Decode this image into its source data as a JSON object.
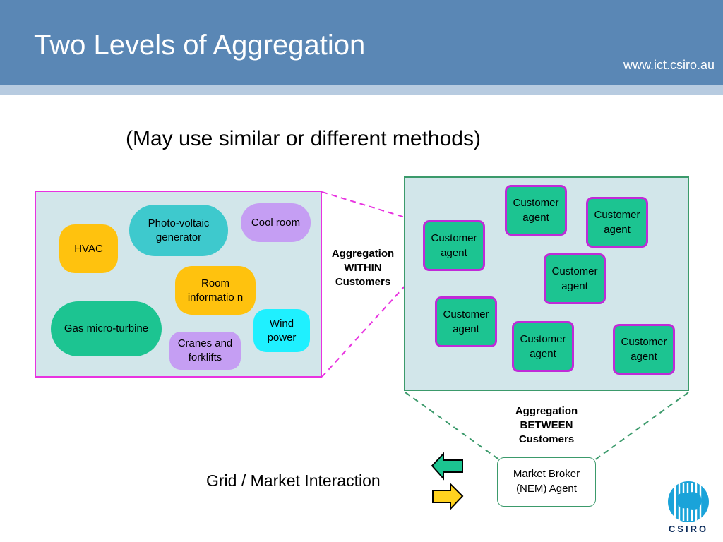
{
  "header": {
    "title": "Two Levels of Aggregation",
    "url": "www.ict.csiro.au"
  },
  "subtitle": "(May use similar or different methods)",
  "devices": {
    "photo_voltaic": "Photo-voltaic generator",
    "cool_room": "Cool room",
    "hvac": "HVAC",
    "room_information": "Room informatio n",
    "gas_micro_turbine": "Gas micro-turbine",
    "wind_power": "Wind power",
    "cranes_forklifts": "Cranes and forklifts"
  },
  "agents": {
    "label": "Customer agent"
  },
  "aggregation_within": "Aggregation WITHIN Customers",
  "aggregation_between": "Aggregation BETWEEN Customers",
  "market_broker": "Market Broker (NEM) Agent",
  "grid_market": "Grid / Market Interaction",
  "logo": {
    "text": "CSIRO"
  },
  "colors": {
    "header": "#5a87b5",
    "agent_fill": "#1cc491",
    "agent_border": "#c02ad8",
    "pv_fill": "#3ec9cd",
    "purple_fill": "#c59ef3",
    "yellow_fill": "#ffc20e",
    "green_fill": "#1cc491",
    "cyan_fill": "#1ff0ff",
    "arrow_green": "#1cc491",
    "arrow_yellow": "#ffd21f"
  }
}
